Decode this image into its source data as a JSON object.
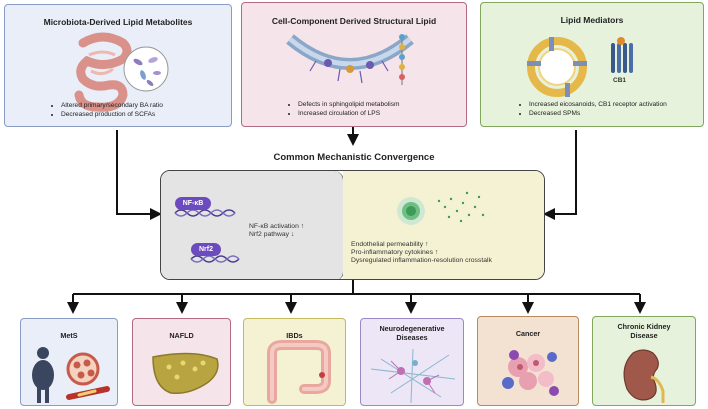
{
  "top_panels": [
    {
      "title": "Microbiota-Derived Lipid Metabolites",
      "bullets": [
        "Altered primary/secondary BA ratio",
        "Decreased production of SCFAs"
      ]
    },
    {
      "title": "Cell-Component Derived Structural Lipid",
      "bullets": [
        "Defects in sphingolipid metabolism",
        "Increased circulation of LPS"
      ]
    },
    {
      "title": "Lipid Mediators",
      "icon_label": "CB1",
      "bullets": [
        "Increased eicosanoids, CB1 receptor activation",
        "Decreased SPMs"
      ]
    }
  ],
  "convergence": {
    "title": "Common Mechanistic Convergence",
    "nfkb_label": "NF-κB",
    "nrf2_label": "Nrf2",
    "nfkb_text": "NF-κB activation ↑",
    "nrf2_text": "Nrf2 pathway ↓",
    "right_lines": [
      "Endothelial permeability ↑",
      "Pro-inflammatory cytokines ↑",
      "Dysregulated inflammation-resolution crosstalk"
    ]
  },
  "diseases": [
    {
      "line1": "MetS",
      "line2": ""
    },
    {
      "line1": "NAFLD",
      "line2": ""
    },
    {
      "line1": "IBDs",
      "line2": ""
    },
    {
      "line1": "Neurodegenerative",
      "line2": "Diseases"
    },
    {
      "line1": "Cancer",
      "line2": ""
    },
    {
      "line1": "Chronic Kidney",
      "line2": "Disease"
    }
  ],
  "colors": {
    "panel1_bg": "#e9eef8",
    "panel1_border": "#8a9bc4",
    "panel2_bg": "#f5e4ea",
    "panel2_border": "#b26a82",
    "panel3_bg": "#e6f2dc",
    "panel3_border": "#7fa85c",
    "conv_left": "#e4e4e4",
    "conv_right": "#f4f2d2",
    "nfkb_pill": "#6c4bbf"
  }
}
